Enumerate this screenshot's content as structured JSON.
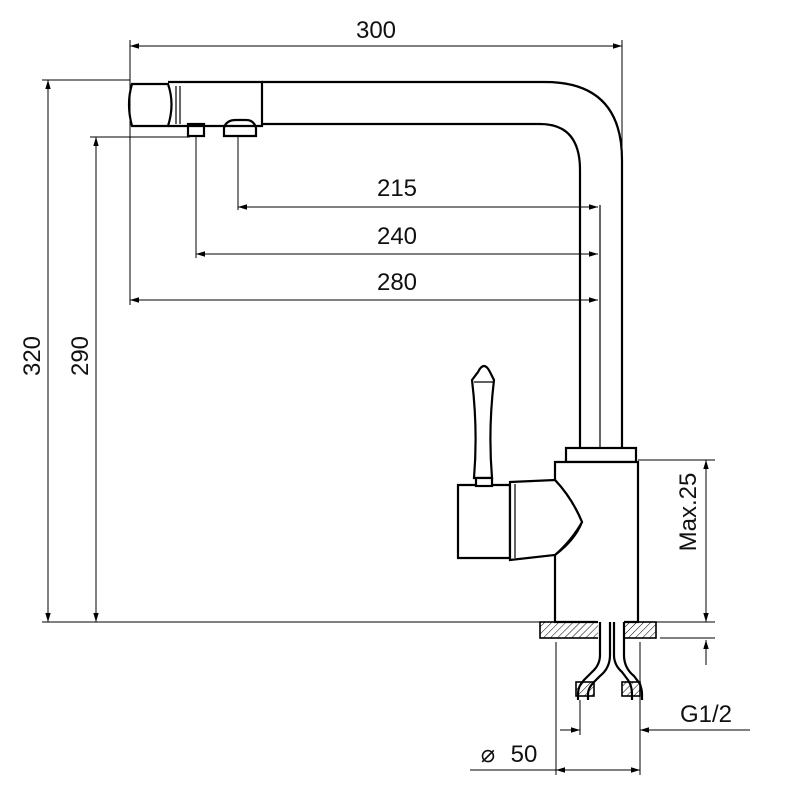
{
  "dimensions": {
    "total_width": "300",
    "reach_215": "215",
    "reach_240": "240",
    "reach_280": "280",
    "total_height": "320",
    "spout_height": "290",
    "max_counter": "Max.25",
    "thread": "G1/2",
    "base_diameter_symbol": "⌀",
    "base_diameter": "50"
  }
}
